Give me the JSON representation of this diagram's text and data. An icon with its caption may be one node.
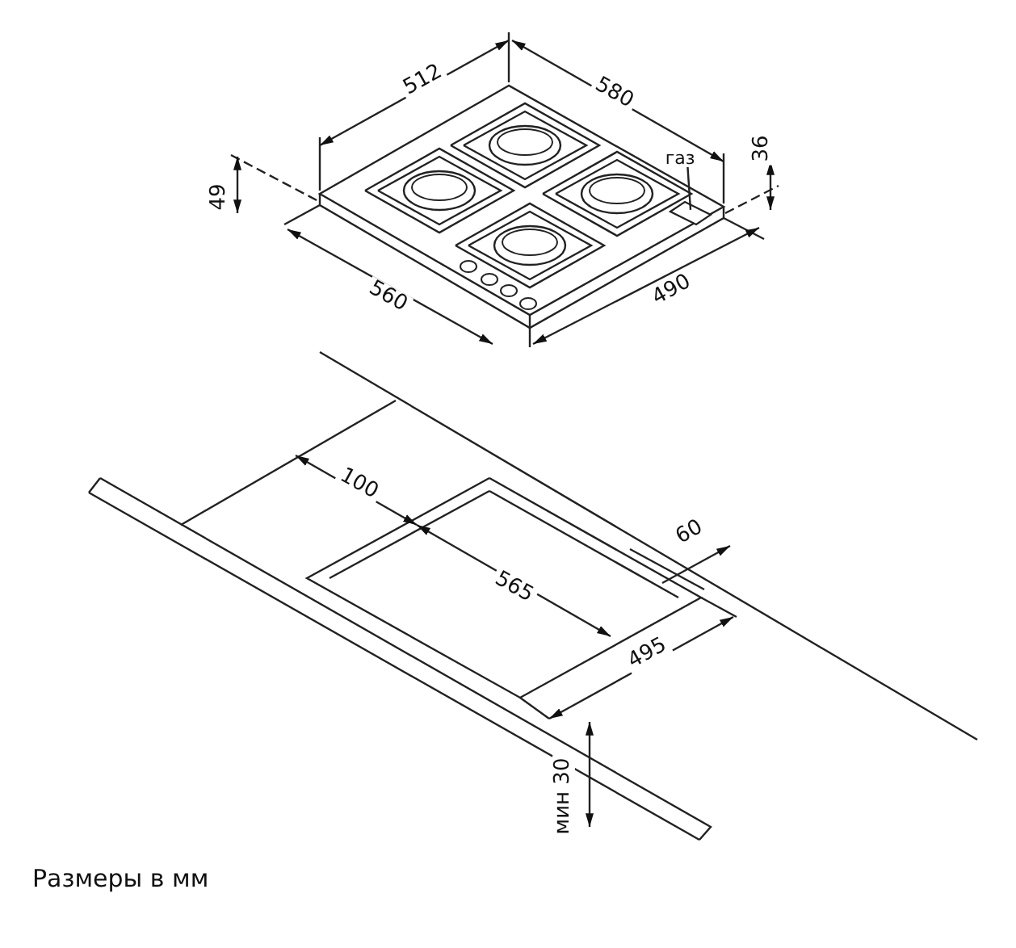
{
  "diagram": {
    "caption": "Размеры в мм",
    "nodes": [
      {
        "text": [
          "газ"
        ]
      },
      {
        "text": [],
        "shape": "box"
      }
    ],
    "edges": [
      {
        "from": 0,
        "to": 1,
        "arrow": "none"
      }
    ],
    "labels": [
      "512",
      "580",
      "36",
      "49",
      "560",
      "490",
      "100",
      "60",
      "565",
      "495",
      "мин 30"
    ]
  }
}
